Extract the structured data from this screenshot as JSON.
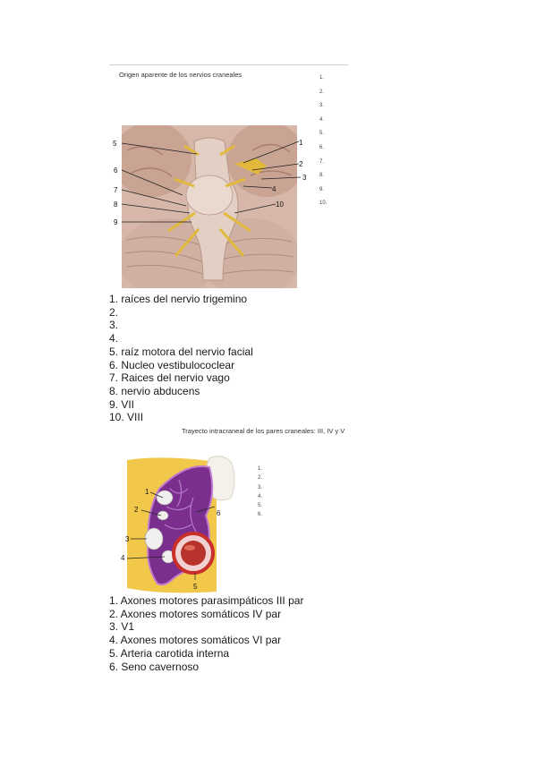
{
  "figure1": {
    "title": "Origen aparente de los nervios craneales",
    "blank_numbers": [
      "1.",
      "2.",
      "3.",
      "4.",
      "5.",
      "6.",
      "7.",
      "8.",
      "9.",
      "10."
    ],
    "callouts": [
      "1",
      "2",
      "3",
      "4",
      "5",
      "6",
      "7",
      "8",
      "9",
      "10"
    ]
  },
  "answers1": [
    "1. raíces del nervio trigemino",
    "2.",
    "3.",
    "4.",
    "5. raíz motora del nervio facial",
    "6. Nucleo vestibulococlear",
    "7. Raices del nervio vago",
    "8. nervio abducens",
    "9. VII",
    "10. VIII"
  ],
  "figure2": {
    "title": "Trayecto intracraneal de los pares craneales: III, IV y V",
    "blank_numbers": [
      "1.",
      "2.",
      "3.",
      "4.",
      "5.",
      "6."
    ],
    "callouts": [
      "1",
      "2",
      "3",
      "4",
      "5",
      "6"
    ]
  },
  "answers2": [
    "1. Axones motores parasimpáticos III par",
    "2. Axones motores somáticos IV par",
    "3. V1",
    "4. Axones motores somáticos VI par",
    "5. Arteria carotida interna",
    "6. Seno cavernoso"
  ],
  "colors": {
    "brain": "#c9a99a",
    "nerve": "#e2b93b",
    "sinus": "#7a2f8f",
    "artery": "#c9302c",
    "fat": "#f2c84b"
  }
}
